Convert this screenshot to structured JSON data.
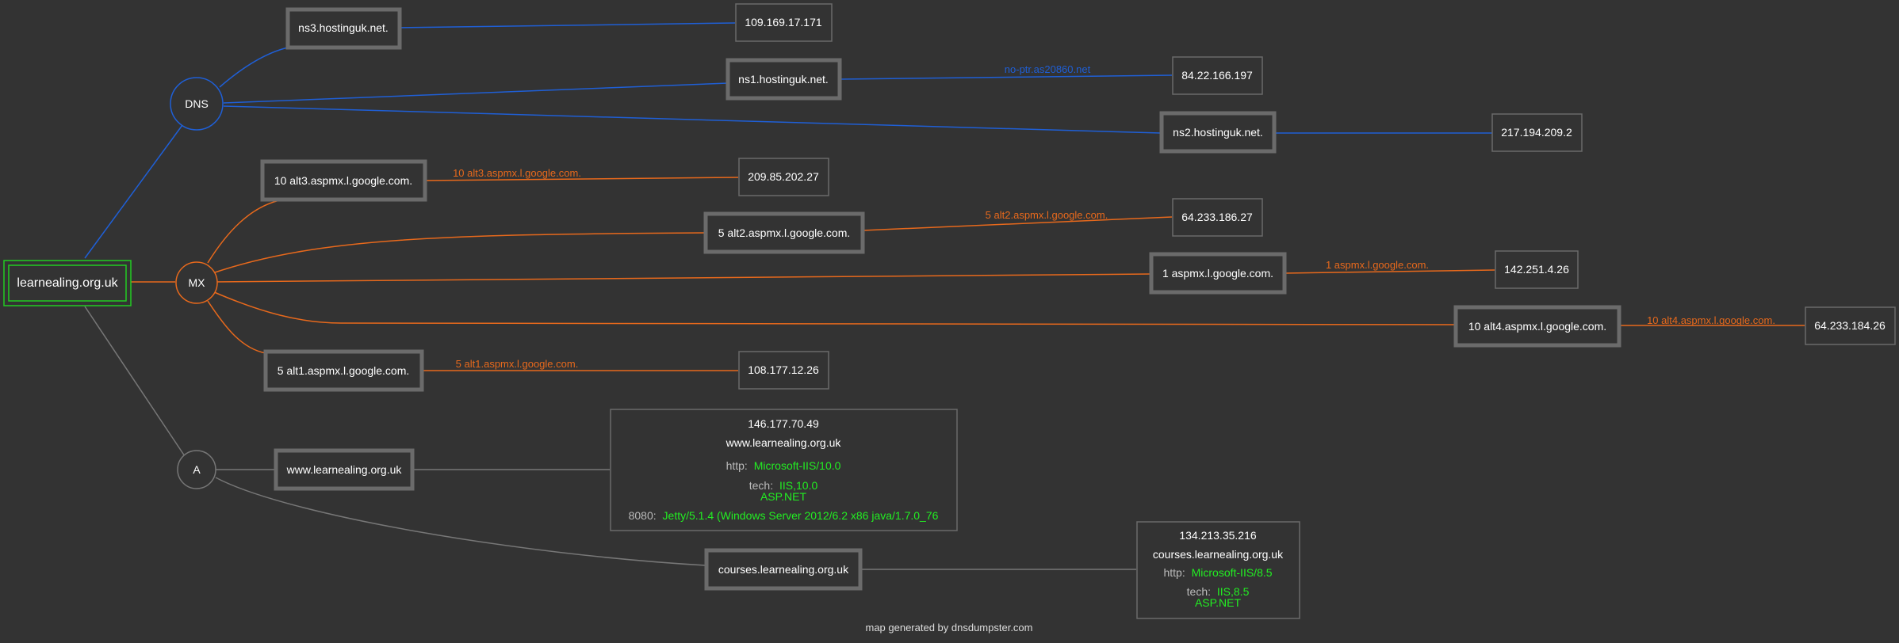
{
  "colors": {
    "background": "#333333",
    "dns": "#1f5fd6",
    "mx": "#e8691c",
    "a": "#777777",
    "root": "#22cc22",
    "box_border": "#6b6b6b",
    "green_value": "#22ee22",
    "grey_label": "#bbbbbb"
  },
  "root": {
    "label": "learnealing.org.uk"
  },
  "groups": {
    "dns": "DNS",
    "mx": "MX",
    "a": "A"
  },
  "dns": {
    "hosts": [
      {
        "name": "ns3.hostinguk.net.",
        "ip": "109.169.17.171",
        "ptr": ""
      },
      {
        "name": "ns1.hostinguk.net.",
        "ip": "84.22.166.197",
        "ptr": "no-ptr.as20860.net"
      },
      {
        "name": "ns2.hostinguk.net.",
        "ip": "217.194.209.2",
        "ptr": ""
      }
    ]
  },
  "mx": {
    "hosts": [
      {
        "name": "10 alt3.aspmx.l.google.com.",
        "ip": "209.85.202.27",
        "ptr": "10 alt3.aspmx.l.google.com."
      },
      {
        "name": "5 alt2.aspmx.l.google.com.",
        "ip": "64.233.186.27",
        "ptr": "5 alt2.aspmx.l.google.com."
      },
      {
        "name": "1 aspmx.l.google.com.",
        "ip": "142.251.4.26",
        "ptr": "1 aspmx.l.google.com."
      },
      {
        "name": "10 alt4.aspmx.l.google.com.",
        "ip": "64.233.184.26",
        "ptr": "10 alt4.aspmx.l.google.com."
      },
      {
        "name": "5 alt1.aspmx.l.google.com.",
        "ip": "108.177.12.26",
        "ptr": "5 alt1.aspmx.l.google.com."
      }
    ]
  },
  "a": {
    "hosts": [
      {
        "name": "www.learnealing.org.uk",
        "info": {
          "ip": "146.177.70.49",
          "host": "www.learnealing.org.uk",
          "http_label": "http:",
          "http_value": "Microsoft-IIS/10.0",
          "tech_label": "tech:",
          "tech_value_1": "IIS,10.0",
          "tech_value_2": "ASP.NET",
          "port_label": "8080:",
          "port_value": "Jetty/5.1.4 (Windows Server 2012/6.2 x86 java/1.7.0_76"
        }
      },
      {
        "name": "courses.learnealing.org.uk",
        "info": {
          "ip": "134.213.35.216",
          "host": "courses.learnealing.org.uk",
          "http_label": "http:",
          "http_value": "Microsoft-IIS/8.5",
          "tech_label": "tech:",
          "tech_value_1": "IIS,8.5",
          "tech_value_2": "ASP.NET"
        }
      }
    ]
  },
  "footer": "map generated by dnsdumpster.com"
}
